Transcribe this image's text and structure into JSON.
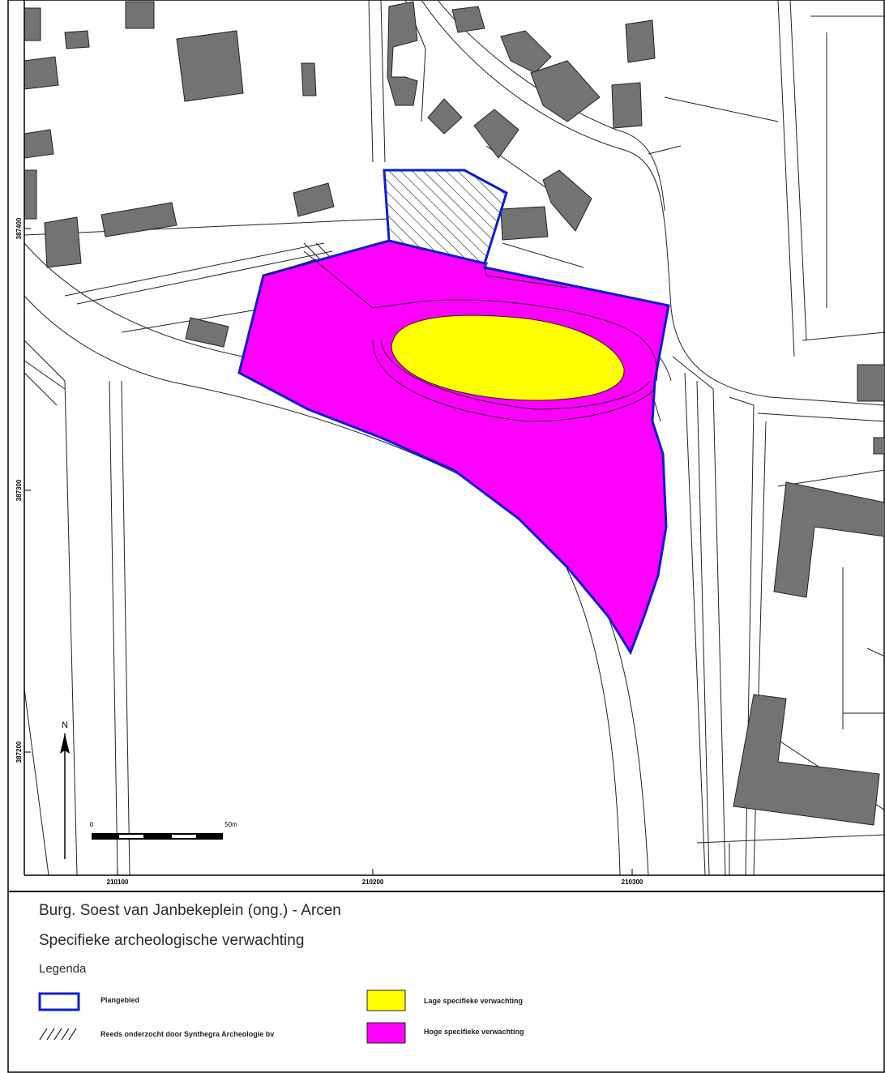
{
  "map": {
    "colors": {
      "building": "#737373",
      "plan_area_outline": "#0c1ed0",
      "low_expectation": "#ffff00",
      "high_expectation": "#ff00ff"
    },
    "y_axis_labels": [
      "387400",
      "387300",
      "387200"
    ],
    "x_axis_labels": [
      "210100",
      "210200",
      "210300"
    ],
    "north_label": "N",
    "scale_bar": {
      "start_label": "0",
      "end_label": "50m"
    }
  },
  "titles": {
    "line1": "Burg. Soest van Janbekeplein (ong.) - Arcen",
    "line2": "Specifieke archeologische verwachting"
  },
  "legend": {
    "heading": "Legenda",
    "items": [
      {
        "label": "Plangebied",
        "symbol": "blue-outline-box"
      },
      {
        "label": "Reeds onderzocht door Synthegra Archeologie bv",
        "symbol": "hatched-box"
      },
      {
        "label": "Lage specifieke verwachting",
        "symbol": "yellow-box"
      },
      {
        "label": "Hoge specifieke verwachting",
        "symbol": "magenta-box"
      }
    ]
  }
}
